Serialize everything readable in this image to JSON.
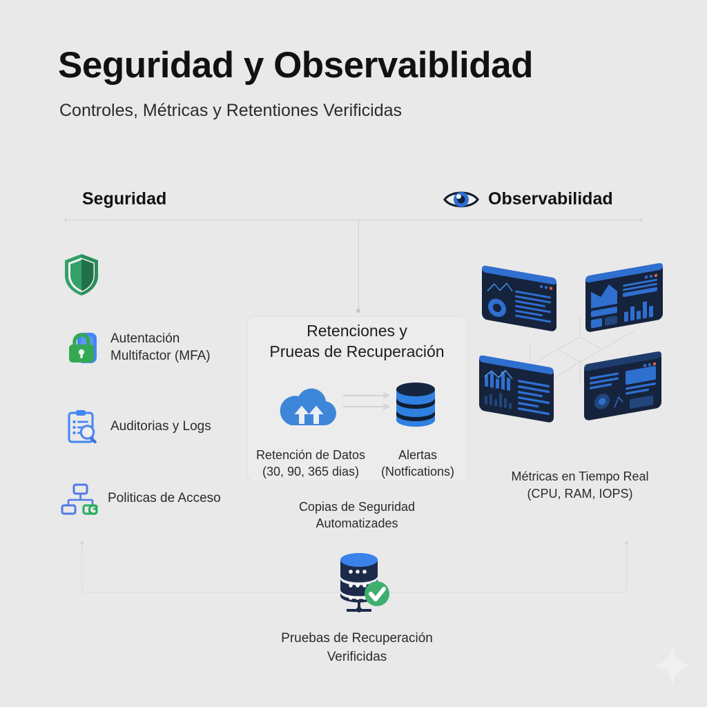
{
  "header": {
    "title": "Seguridad y Observaiblidad",
    "subtitle": "Controles, Métricas y Retentiones Verificidas"
  },
  "sections": {
    "security": {
      "label": "Seguridad",
      "icon": "shield-icon"
    },
    "observability": {
      "label": "Observabilidad",
      "icon": "eye-icon"
    }
  },
  "security_features": [
    {
      "icon": "mfa-lock-icon",
      "label": "Autentación\nMultifactor (MFA)"
    },
    {
      "icon": "clipboard-search-icon",
      "label": "Auditorias y Logs"
    },
    {
      "icon": "hierarchy-icon",
      "label": "Politicas de Acceso"
    }
  ],
  "center": {
    "title": "Retenciones y\nPrueas de Recuperación",
    "left_icon": "cloud-upload-icon",
    "right_icon": "database-icon",
    "left_caption": "Retención de Datos\n(30, 90, 365 dias)",
    "right_caption": "Alertas\n(Notfications)",
    "bottom_caption": "Copias de Seguridad\nAutomatizades"
  },
  "observability": {
    "icon": "dashboard-grid-icon",
    "caption": "Métricas en Tiempo Real\n(CPU, RAM, IOPS)"
  },
  "footer": {
    "icon": "database-verified-icon",
    "caption": "Pruebas de Recuperación\nVerificidas"
  },
  "decoration": {
    "sparkle": "sparkle-icon"
  },
  "colors": {
    "background": "#e9e9e9",
    "text": "#1a1a1a",
    "blue": "#3b82d6",
    "blue_dark": "#1f3a5f",
    "navy": "#16233c",
    "green": "#3aa35f",
    "green_light": "#4caf7d",
    "line": "#d6d6d6"
  }
}
